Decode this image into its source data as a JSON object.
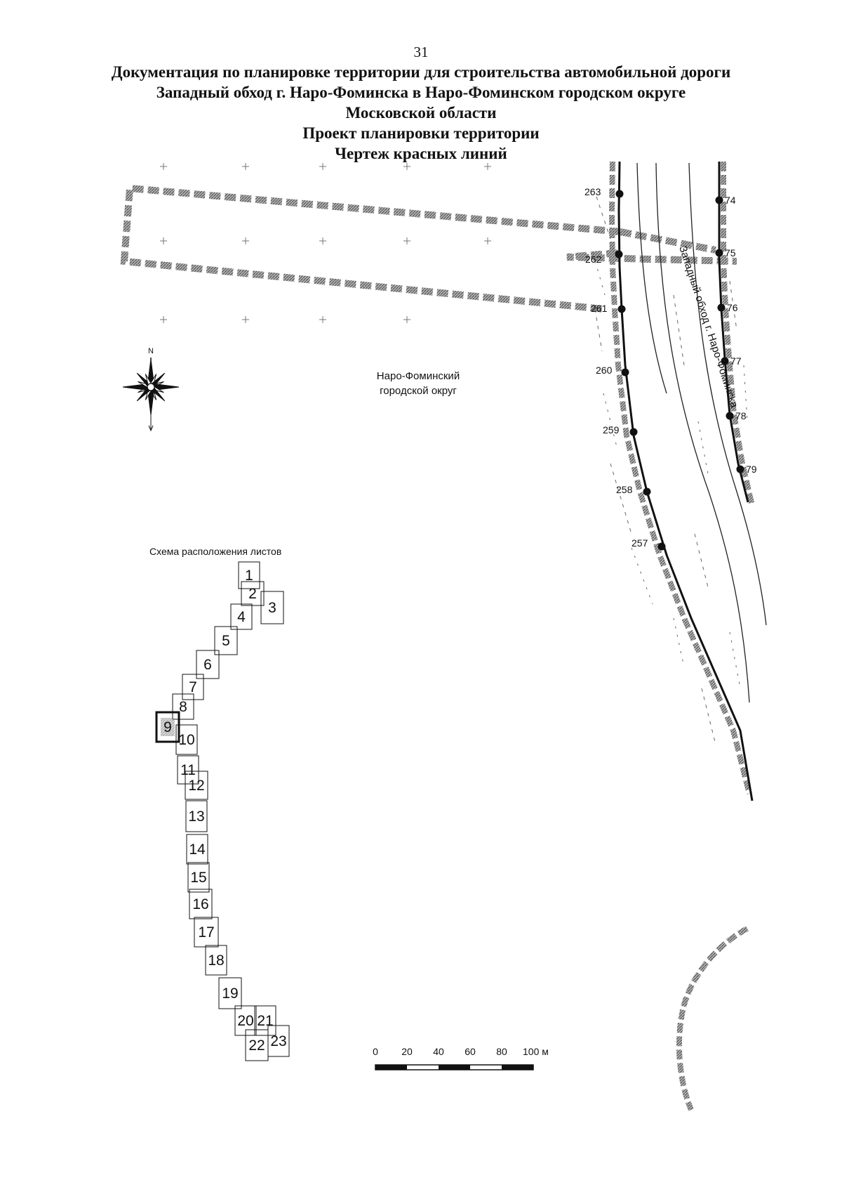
{
  "page_number": "31",
  "title_lines": [
    "Документация по планировке территории для строительства автомобильной дороги",
    "Западный обход г. Наро-Фоминска в Наро-Фоминском городском округе",
    "Московской области",
    "Проект планировки территории",
    "Чертеж красных линий"
  ],
  "map": {
    "district_label_lines": [
      "Наро-Фоминский",
      "городской округ"
    ],
    "road_label": "Западный обход г. Наро-Фоминска",
    "north_letter": "N",
    "compass": "compass-rose-icon",
    "left_line_points": [
      "263",
      "262",
      "261",
      "260",
      "259",
      "258",
      "257"
    ],
    "right_line_points": [
      "74",
      "75",
      "76",
      "77",
      "78",
      "79"
    ]
  },
  "sheet_scheme": {
    "title": "Схема расположения листов",
    "sheets": [
      "1",
      "2",
      "3",
      "4",
      "5",
      "6",
      "7",
      "8",
      "9",
      "10",
      "11",
      "12",
      "13",
      "14",
      "15",
      "16",
      "17",
      "18",
      "19",
      "20",
      "21",
      "22",
      "23"
    ],
    "current_sheet": "9"
  },
  "scale_bar": {
    "ticks": [
      "0",
      "20",
      "40",
      "60",
      "80",
      "100 м"
    ]
  },
  "colors": {
    "ink": "#111111",
    "hatch": "#8a8a8a",
    "faint": "#555555"
  }
}
